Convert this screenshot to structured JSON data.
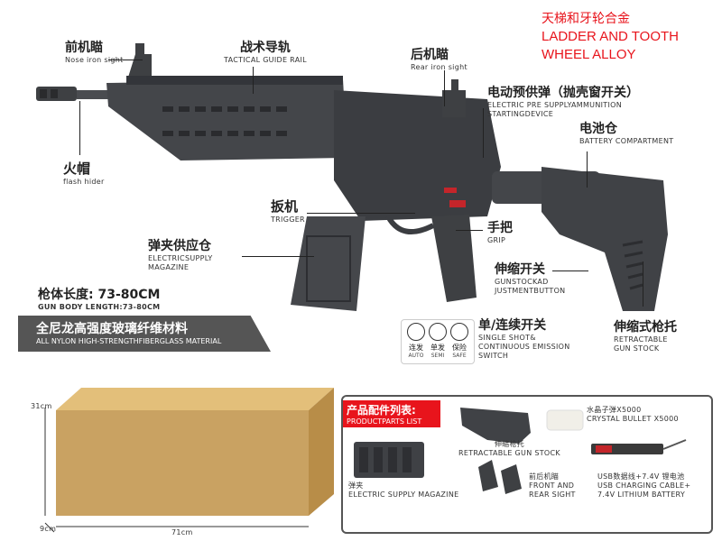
{
  "header": {
    "cn": "天梯和牙轮合金",
    "en_line1": "LADDER AND TOOTH",
    "en_line2": "WHEEL ALLOY"
  },
  "labels": {
    "nose_sight": {
      "cn": "前机瞄",
      "en": "Nose iron sight"
    },
    "tactical_rail": {
      "cn": "战术导轨",
      "en": "TACTICAL GUIDE RAIL"
    },
    "rear_sight": {
      "cn": "后机瞄",
      "en": "Rear iron sight"
    },
    "electric_pre": {
      "cn": "电动预供弹（抛壳窗开关）",
      "en_line1": "ELECTRIC PRE SUPPLYAMMUNITION",
      "en_line2": "STARTINGDEVICE"
    },
    "battery": {
      "cn": "电池仓",
      "en": "BATTERY COMPARTMENT"
    },
    "flash_hider": {
      "cn": "火帽",
      "en": "flash hider"
    },
    "trigger": {
      "cn": "扳机",
      "en": "TRIGGER"
    },
    "grip": {
      "cn": "手把",
      "en": "GRIP"
    },
    "magazine": {
      "cn": "弹夹供应仓",
      "en_line1": "ELECTRICSUPPLY",
      "en_line2": "MAGAZINE"
    },
    "gunstock_btn": {
      "cn": "伸缩开关",
      "en_line1": "GUNSTOCKAD",
      "en_line2": "JUSTMENTBUTTON"
    },
    "single_shot": {
      "cn": "单/连续开关",
      "en_line1": "SINGLE SHOT&",
      "en_line2": "CONTINUOUS EMISSION",
      "en_line3": "SWITCH"
    },
    "retractable_stock": {
      "cn": "伸缩式枪托",
      "en_line1": "RETRACTABLE",
      "en_line2": "GUN STOCK"
    }
  },
  "body_length": {
    "cn": "枪体长度: 73-80CM",
    "en": "GUN BODY LENGTH:73-80CM"
  },
  "material": {
    "cn": "全尼龙高强度玻璃纤维材料",
    "en": "ALL NYLON HIGH-STRENGTHFIBERGLASS MATERIAL"
  },
  "modes": [
    {
      "cn": "连发",
      "en": "AUTO"
    },
    {
      "cn": "单发",
      "en": "SEMI"
    },
    {
      "cn": "保险",
      "en": "SAFE"
    }
  ],
  "box": {
    "height": "31cm",
    "depth": "9cm",
    "width": "71cm"
  },
  "parts_list": {
    "title_cn": "产品配件列表:",
    "title_en": "PRODUCTPARTS LIST",
    "stock": {
      "cn": "伸缩枪托",
      "en": "RETRACTABLE GUN STOCK"
    },
    "crystal": {
      "cn": "水晶子弹X5000",
      "en": "CRYSTAL BULLET X5000"
    },
    "magazine": {
      "cn": "弹夹",
      "en": "ELECTRIC SUPPLY MAGAZINE"
    },
    "sights": {
      "cn": "前后机瞄",
      "en_line1": "FRONT AND",
      "en_line2": "REAR SIGHT"
    },
    "usb": {
      "cn": "USB数据线+7.4V 锂电池",
      "en_line1": "USB CHARGING CABLE+",
      "en_line2": "7.4V LITHIUM BATTERY"
    }
  },
  "colors": {
    "accent_red": "#e8141c",
    "gun_dark": "#3e4043",
    "box_kraft": "#c8a060",
    "banner": "#555555"
  }
}
